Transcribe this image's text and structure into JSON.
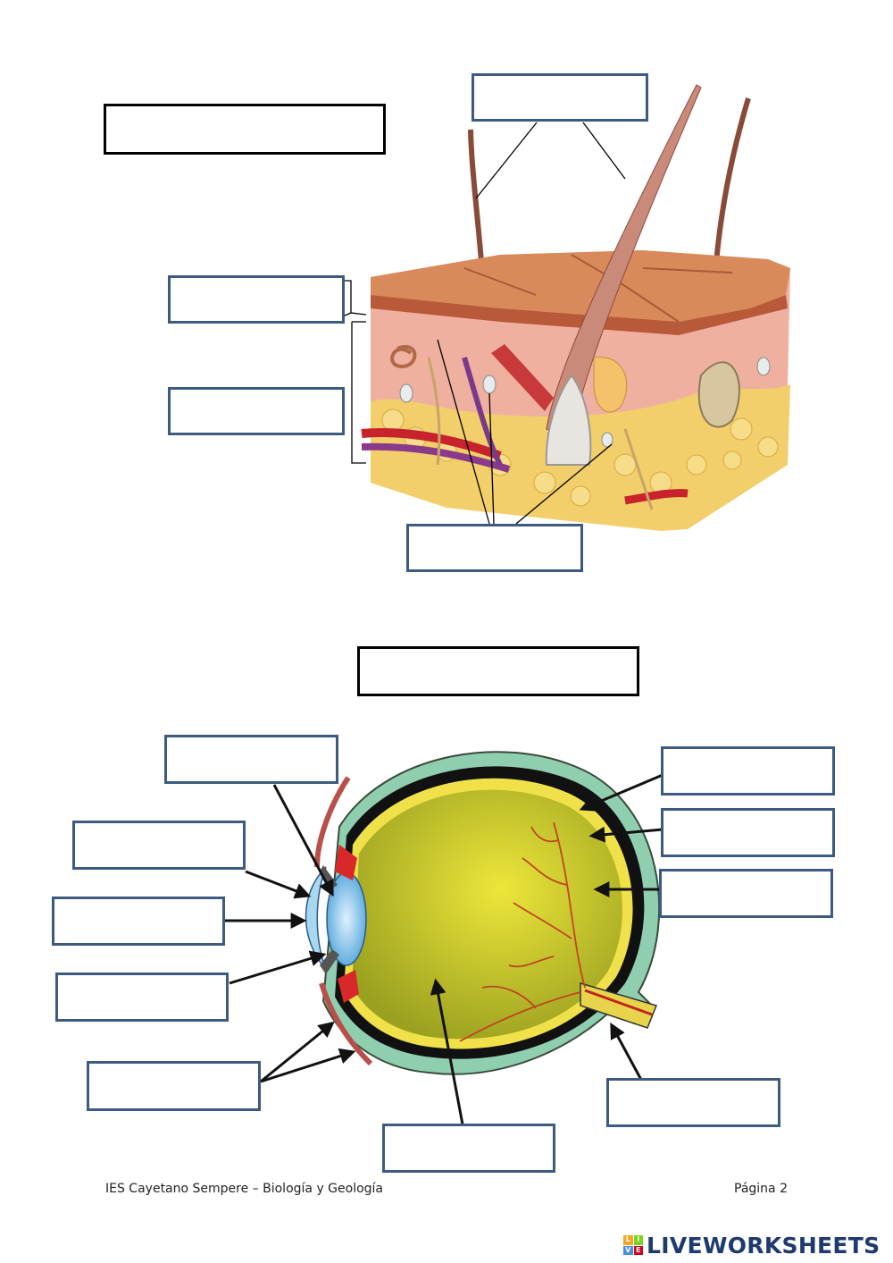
{
  "skin_section": {
    "title_box": "",
    "label_boxes": [
      "",
      "",
      "",
      ""
    ]
  },
  "eye_section": {
    "title_box": "",
    "label_boxes": [
      "",
      "",
      "",
      "",
      "",
      "",
      "",
      "",
      "",
      ""
    ]
  },
  "footer": {
    "left_text": "IES Cayetano Sempere – Biología y Geología",
    "right_text": "Página 2"
  },
  "branding": {
    "name": "LIVEWORKSHEETS",
    "logo_letters": [
      "L",
      "I",
      "V",
      "E"
    ],
    "logo_colors": [
      "#f5a623",
      "#7ed321",
      "#4a90e2",
      "#d0021b"
    ]
  },
  "colors": {
    "answer_box_border": "#3d5a80",
    "title_box_border": "#000000"
  }
}
